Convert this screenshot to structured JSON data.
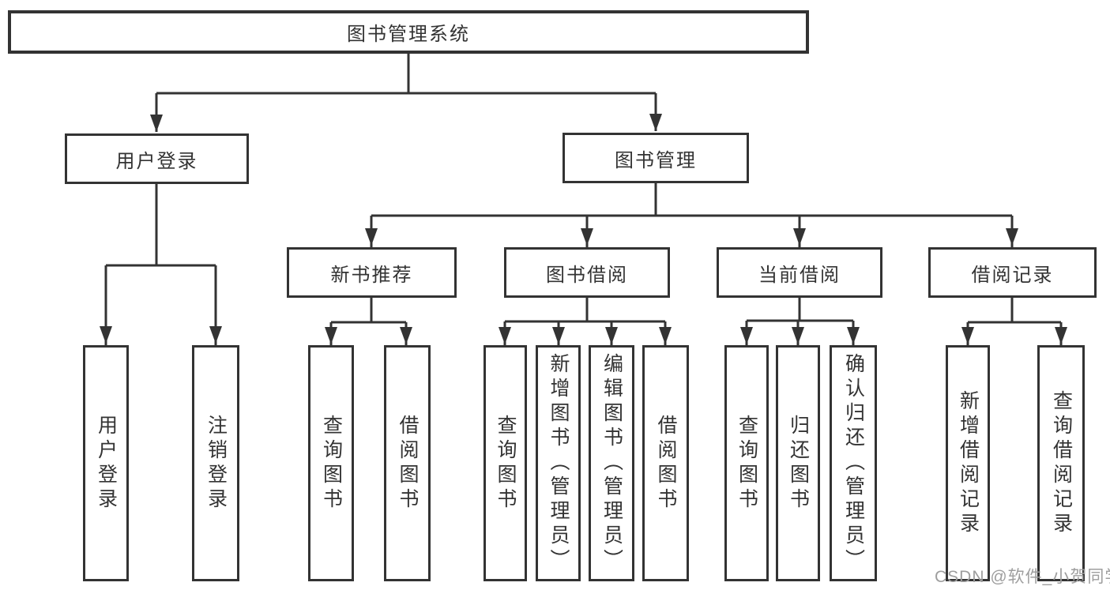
{
  "nodes": {
    "root": {
      "label": "图书管理系统"
    },
    "user_login": {
      "label": "用户登录"
    },
    "book_mgmt": {
      "label": "图书管理"
    },
    "new_book_rec": {
      "label": "新书推荐"
    },
    "book_borrow": {
      "label": "图书借阅"
    },
    "current_borrow": {
      "label": "当前借阅"
    },
    "borrow_records": {
      "label": "借阅记录"
    }
  },
  "leaves": [
    {
      "label": "用户登录",
      "parent": "用户登录"
    },
    {
      "label": "注销登录",
      "parent": "用户登录"
    },
    {
      "label": "查询图书",
      "parent": "新书推荐"
    },
    {
      "label": "借阅图书",
      "parent": "新书推荐"
    },
    {
      "label": "查询图书",
      "parent": "图书借阅"
    },
    {
      "label": "新增图书（管理员）",
      "parent": "图书借阅"
    },
    {
      "label": "编辑图书（管理员）",
      "parent": "图书借阅"
    },
    {
      "label": "借阅图书",
      "parent": "图书借阅"
    },
    {
      "label": "查询图书",
      "parent": "当前借阅"
    },
    {
      "label": "归还图书",
      "parent": "当前借阅"
    },
    {
      "label": "确认归还（管理员）",
      "parent": "当前借阅"
    },
    {
      "label": "新增借阅记录",
      "parent": "借阅记录"
    },
    {
      "label": "查询借阅记录",
      "parent": "借阅记录"
    }
  ],
  "watermark": {
    "text": "CSDN @软件_小贺同学"
  },
  "colors": {
    "line": "#333333",
    "box_border": "#333333",
    "box_background": "#ffffff",
    "text": "#333333",
    "watermark": "#9e9e9e"
  }
}
